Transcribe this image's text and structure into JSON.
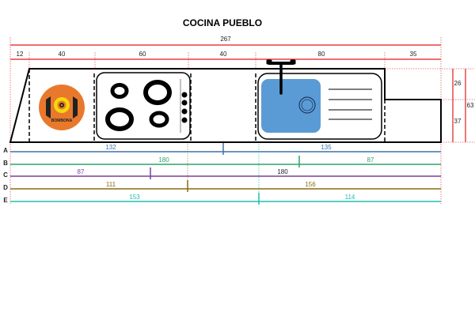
{
  "title": "COCINA PUEBLO",
  "top_dimensions": {
    "total": "267",
    "segments": [
      "12",
      "40",
      "60",
      "40",
      "80",
      "35"
    ]
  },
  "side_dimensions": {
    "upper": "26",
    "lower": "37",
    "total": "63"
  },
  "appliances": {
    "gas_cylinder_label": "BOMBONA"
  },
  "rows": [
    {
      "label": "A",
      "left": "132",
      "right": "135",
      "color": "#3f72a8"
    },
    {
      "label": "B",
      "left": "180",
      "right": "87",
      "color": "#2ea36b"
    },
    {
      "label": "C",
      "left": "87",
      "right": "180",
      "color": "#7b3fa0"
    },
    {
      "label": "D",
      "left": "111",
      "right": "156",
      "color": "#8a6a12"
    },
    {
      "label": "E",
      "left": "153",
      "right": "114",
      "color": "#1fc0ae"
    }
  ],
  "colors": {
    "dimension": "#e01b1b",
    "sink": "#5b9bd5",
    "cylinder": "#e8792c"
  }
}
